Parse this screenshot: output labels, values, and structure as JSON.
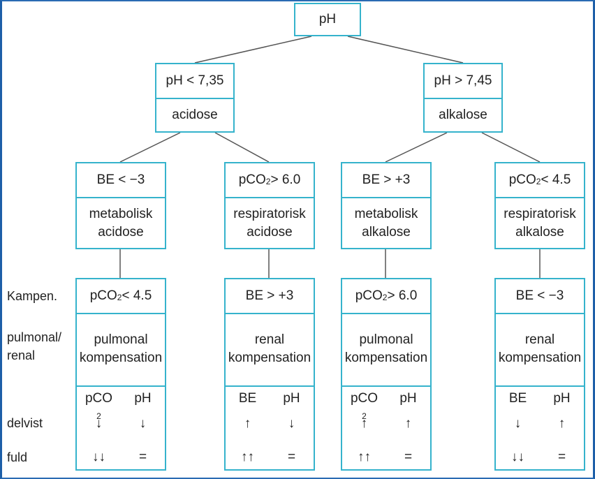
{
  "root": {
    "label": "pH"
  },
  "branches": [
    {
      "condition": "pH < 7,35",
      "state": "acidose"
    },
    {
      "condition": "pH > 7,45",
      "state": "alkalose"
    }
  ],
  "types": [
    {
      "criterion": {
        "pre": "BE < −3",
        "sub": "",
        "post": ""
      },
      "name": "metabolisk\nacidose",
      "comp_criterion": {
        "pre": "pCO",
        "sub": "2",
        "post": " < 4.5"
      },
      "comp_name": "pulmonal\nkompensation",
      "headers": [
        {
          "pre": "pCO",
          "sub": "2"
        },
        {
          "pre": "pH",
          "sub": ""
        }
      ],
      "delvist": [
        "↓",
        "↓"
      ],
      "fuld": [
        "↓↓",
        "="
      ]
    },
    {
      "criterion": {
        "pre": "pCO",
        "sub": "2",
        "post": " > 6.0"
      },
      "name": "respiratorisk\nacidose",
      "comp_criterion": {
        "pre": "BE > +3",
        "sub": "",
        "post": ""
      },
      "comp_name": "renal\nkompensation",
      "headers": [
        {
          "pre": "BE",
          "sub": ""
        },
        {
          "pre": "pH",
          "sub": ""
        }
      ],
      "delvist": [
        "↑",
        "↓"
      ],
      "fuld": [
        "↑↑",
        "="
      ]
    },
    {
      "criterion": {
        "pre": "BE > +3",
        "sub": "",
        "post": ""
      },
      "name": "metabolisk\nalkalose",
      "comp_criterion": {
        "pre": "pCO",
        "sub": "2",
        "post": " > 6.0"
      },
      "comp_name": "pulmonal\nkompensation",
      "headers": [
        {
          "pre": "pCO",
          "sub": "2"
        },
        {
          "pre": "pH",
          "sub": ""
        }
      ],
      "delvist": [
        "↑",
        "↑"
      ],
      "fuld": [
        "↑↑",
        "="
      ]
    },
    {
      "criterion": {
        "pre": "pCO",
        "sub": "2",
        "post": " < 4.5"
      },
      "name": "respiratorisk\nalkalose",
      "comp_criterion": {
        "pre": "BE < −3",
        "sub": "",
        "post": ""
      },
      "comp_name": "renal\nkompensation",
      "headers": [
        {
          "pre": "BE",
          "sub": ""
        },
        {
          "pre": "pH",
          "sub": ""
        }
      ],
      "delvist": [
        "↓",
        "↑"
      ],
      "fuld": [
        "↓↓",
        "="
      ]
    }
  ],
  "row_labels": {
    "kampen": "Kampen.",
    "pulmonal_renal": "pulmonal/\nrenal",
    "delvist": "delvist",
    "fuld": "fuld"
  },
  "colors": {
    "box_border": "#35b3cc",
    "connector": "#555555",
    "frame": "#1d5fa8"
  }
}
